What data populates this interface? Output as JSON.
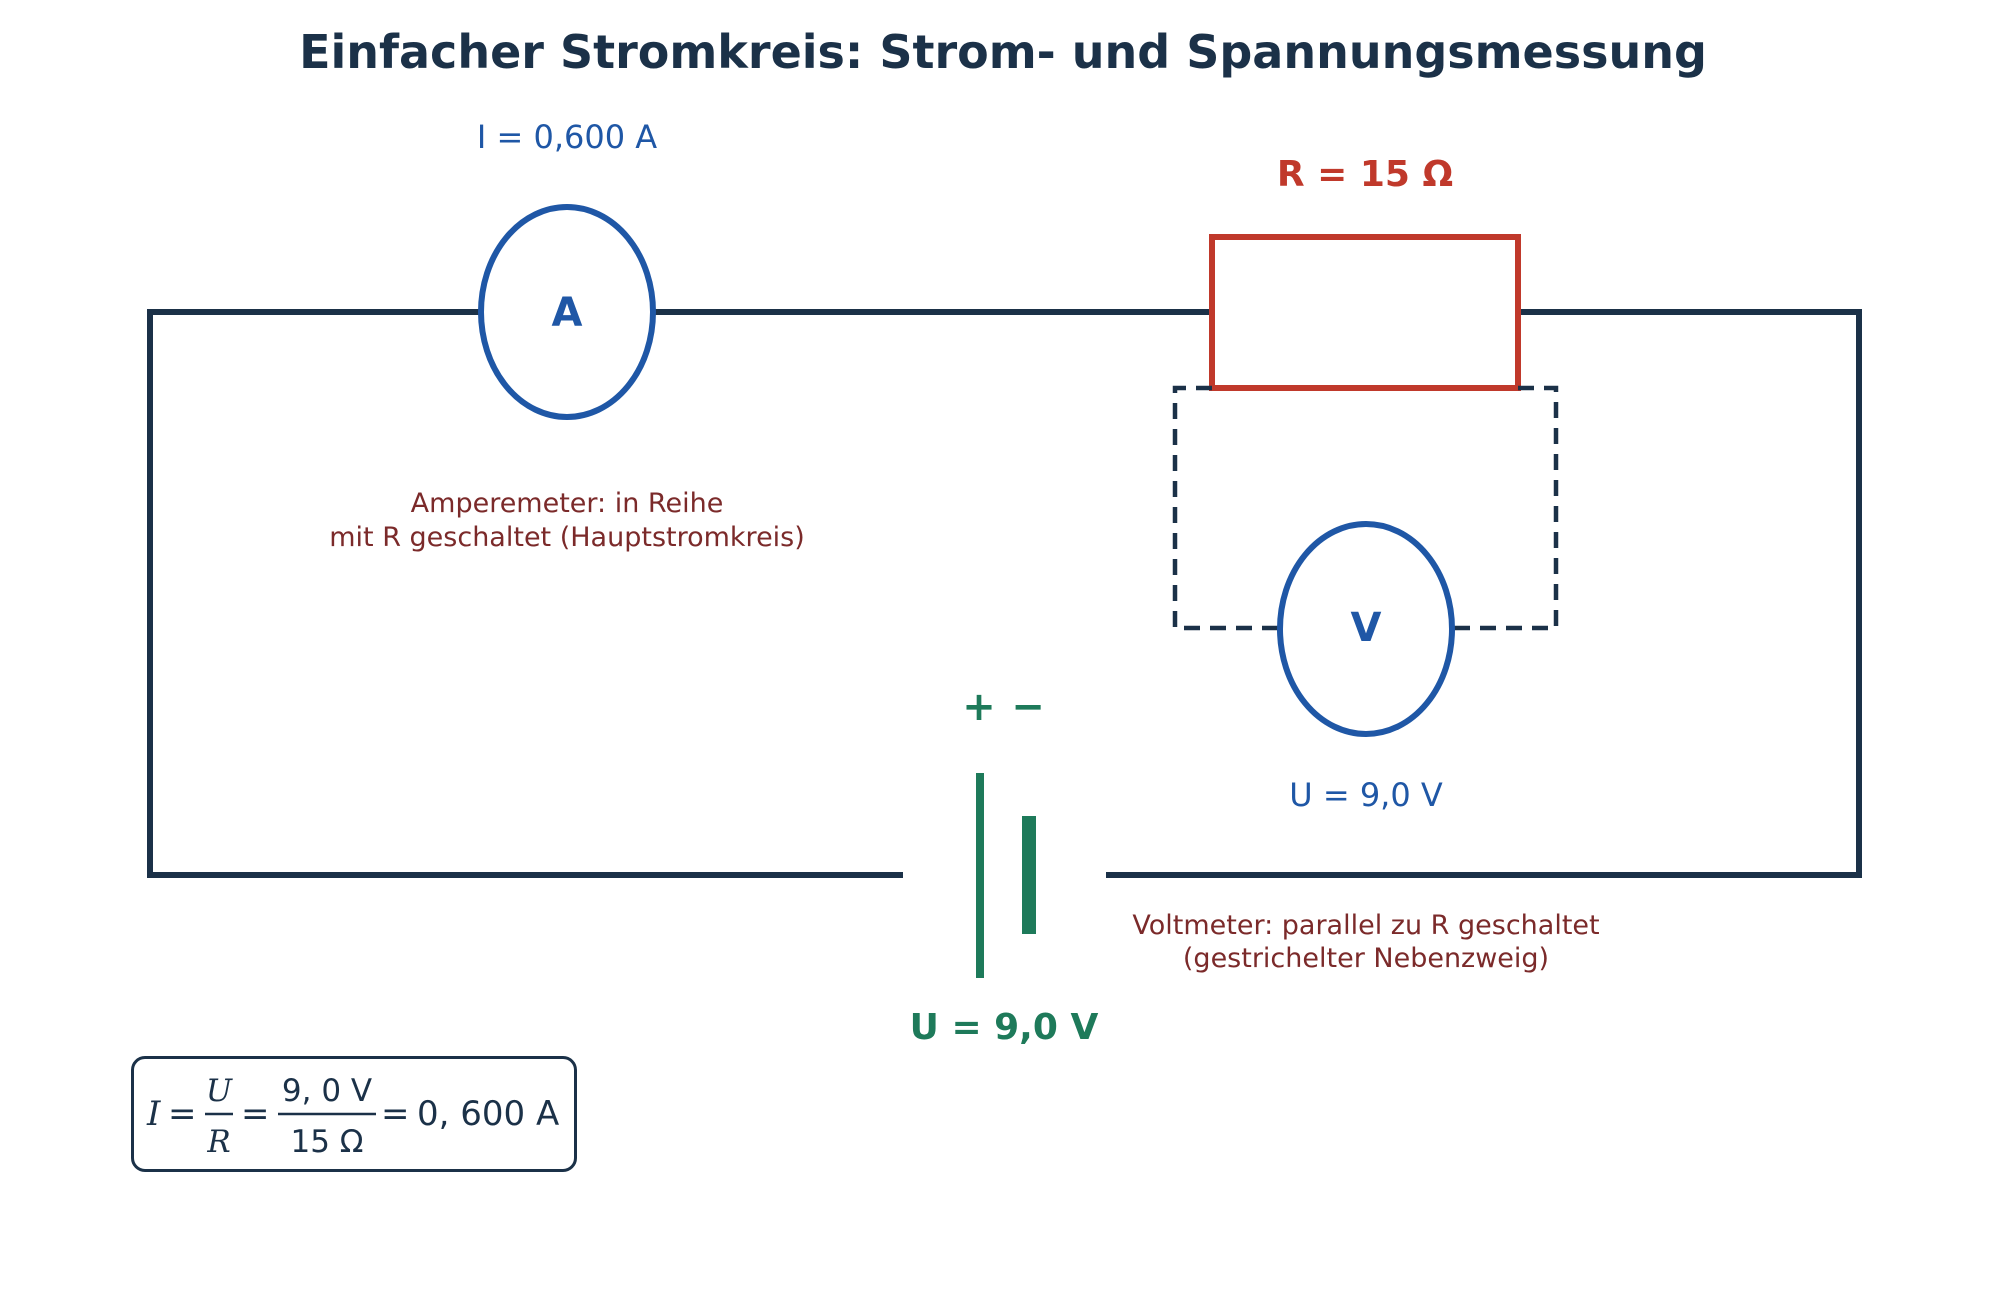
{
  "title": "Einfacher Stromkreis: Strom- und Spannungsmessung",
  "ammeter": {
    "symbol": "A",
    "reading": "I = 0,600 A",
    "note_line1": "Amperemeter: in Reihe",
    "note_line2": "mit R geschaltet (Hauptstromkreis)"
  },
  "resistor": {
    "label": "R = 15 Ω"
  },
  "voltmeter": {
    "symbol": "V",
    "reading": "U = 9,0 V",
    "note_line1": "Voltmeter: parallel zu R geschaltet",
    "note_line2": "(gestrichelter Nebenzweig)"
  },
  "battery": {
    "plus": "+",
    "minus": "−",
    "label": "U = 9,0 V"
  },
  "formula": {
    "I": "I",
    "eq": "=",
    "U": "U",
    "R": "R",
    "num": "9, 0 V",
    "den": "15 Ω",
    "result": "0, 600 A"
  },
  "colors": {
    "wire": "#1b3148",
    "meter": "#1f57a6",
    "resistor": "#c0392b",
    "battery": "#1e7a5a",
    "note": "#7b2a2a"
  }
}
